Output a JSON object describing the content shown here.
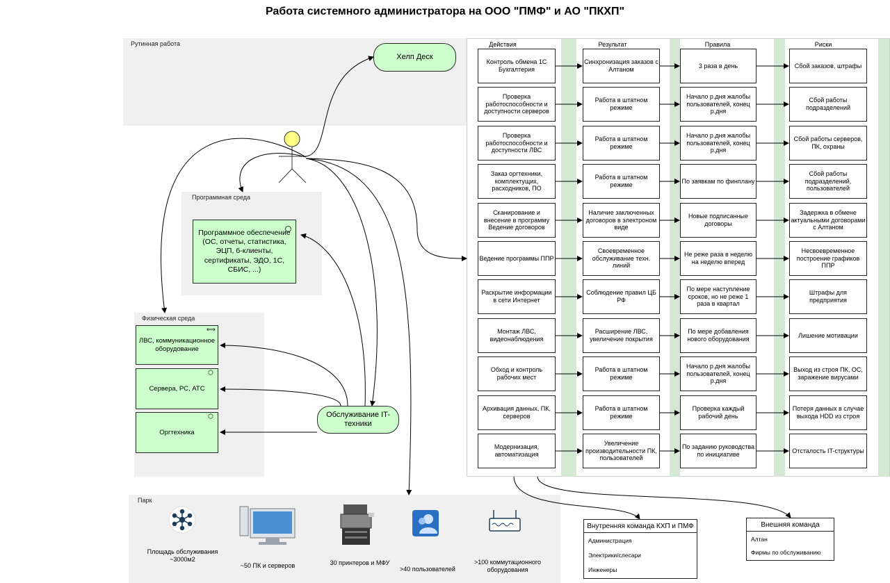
{
  "title": "Работа системного администратора на ООО \"ПМФ\" и АО \"ПКХП\"",
  "zones": {
    "routine": "Рутинная работа",
    "software": "Программная среда",
    "physical": "Физическая среда",
    "park": "Парк"
  },
  "helpdesk": "Хелп Деск",
  "software_box": "Программное обеспечение (ОС, отчеты, статистика, ЭЦП, б-клиенты, сертификаты, ЭДО, 1С, СБИС, ...)",
  "physical_items": [
    "ЛВС, коммуникационное оборудование",
    "Сервера, РС, АТС",
    "Оргтехника"
  ],
  "service": "Обслуживание IT-техники",
  "columns": [
    "Действия",
    "Результат",
    "Правила",
    "Риски"
  ],
  "rows": [
    [
      "Контроль обмена 1С Бухгалтерия",
      "Синхронизация заказов с Алтаном",
      "3 раза в день",
      "Сбой заказов, штрафы"
    ],
    [
      "Проверка работоспособности и доступности серверов",
      "Работа в штатном режиме",
      "Начало р.дня жалобы пользователей, конец р.дня",
      "Сбой работы подразделений"
    ],
    [
      "Проверка работоспособности и доступности ЛВС",
      "Работа в штатном режиме",
      "Начало р.дня жалобы пользователей, конец р.дня",
      "Сбой работы серверов, ПК, охраны"
    ],
    [
      "Заказ оргтехники, комплектущих, расходников, ПО",
      "Работа в штатном режиме",
      "По заявкам по финплану",
      "Сбой работы подразделений, пользователей"
    ],
    [
      "Сканирование и внесение в программу Ведение договоров",
      "Наличие заключенных договоров в электроном виде",
      "Новые подписанные договоры",
      "Задержка в обмене актуальными договорами с Алтаном"
    ],
    [
      "Ведение программы ППР",
      "Своевременное обслуживание техн. линий",
      "Не реже раза в неделю на неделю вперед",
      "Несвоевременное построение графиков ППР"
    ],
    [
      "Раскрытие информации в сети Интернет",
      "Соблюдение правил ЦБ РФ",
      "По мере наступление сроков, но не реже 1 раза в квартал",
      "Штрафы для предприятия"
    ],
    [
      "Монтаж ЛВС, видеонаблюдения",
      "Расширение ЛВС, увеличение покрытия",
      "По мере добавления нового оборудования",
      "Лишение мотивации"
    ],
    [
      "Обход и контроль рабочих мест",
      "Работа в штатном режиме",
      "Начало р.дня жалобы пользователей, конец р.дня",
      "Выход из строя ПК, ОС, заражение вирусами"
    ],
    [
      "Архивация данных, ПК, серверов",
      "Работа в штатном режиме",
      "Проверка каждый рабочий день",
      "Потеря данных в случае выхода HDD из строя"
    ],
    [
      "Модернизация, автоматизация",
      "Увеличение производительности ПК, пользователей",
      "По заданию руководства по инициативе",
      "Отсталость IT-структуры"
    ]
  ],
  "park": [
    {
      "icon": "network-hub-icon",
      "caption": "Площадь обслуживания ~3000м2"
    },
    {
      "icon": "computer-icon",
      "caption": "~50 ПК и серверов"
    },
    {
      "icon": "printer-icon",
      "caption": "30 принтеров и МФУ"
    },
    {
      "icon": "users-icon",
      "caption": ">40 пользователей"
    },
    {
      "icon": "router-icon",
      "caption": ">100 коммутационного оборудования"
    }
  ],
  "internal_team": {
    "title": "Внутренняя команда КХП и ПМФ",
    "items": [
      "Администрация",
      "Электрики/слесари",
      "Инженеры"
    ]
  },
  "external_team": {
    "title": "Внешняя команда",
    "items": [
      "Алтан",
      "Фирмы по обслуживанию"
    ]
  },
  "colors": {
    "green_fill": "#ccffcc",
    "lane_green": "#d5e8d4",
    "gray_zone": "#f0f0f0",
    "actor": "#ffff88"
  }
}
